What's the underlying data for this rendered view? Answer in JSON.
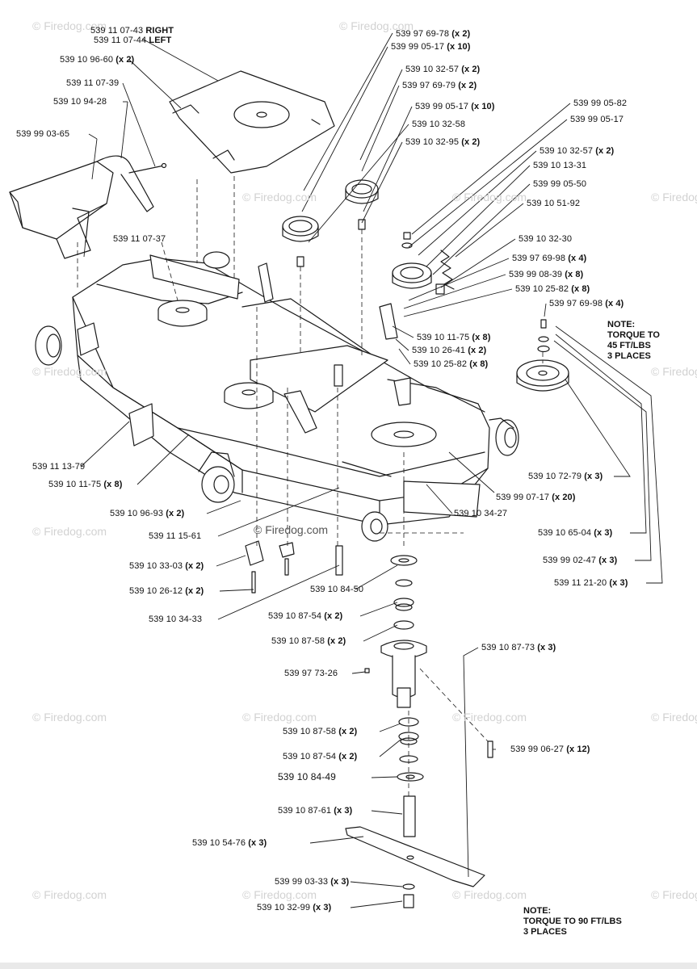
{
  "watermark": "© Firedog.com",
  "center_watermark": "© Firedog.com",
  "colors": {
    "line": "#1a1a1a",
    "watermark": "#d2d2d2",
    "fill": "#ffffff"
  },
  "labels": [
    {
      "id": "l01",
      "part": "539 11 07-43",
      "qty": "RIGHT"
    },
    {
      "id": "l02",
      "part": "539 11 07-44",
      "qty": "LEFT"
    },
    {
      "id": "l03",
      "part": "539 10 96-60",
      "qty": "(x 2)"
    },
    {
      "id": "l04",
      "part": "539 11 07-39",
      "qty": ""
    },
    {
      "id": "l05",
      "part": "539 10 94-28",
      "qty": ""
    },
    {
      "id": "l06",
      "part": "539 99 03-65",
      "qty": ""
    },
    {
      "id": "l07",
      "part": "539 11 07-37",
      "qty": ""
    },
    {
      "id": "l08",
      "part": "539 97 69-78",
      "qty": "(x 2)"
    },
    {
      "id": "l09",
      "part": "539 99 05-17",
      "qty": "(x 10)"
    },
    {
      "id": "l10",
      "part": "539 10 32-57",
      "qty": "(x 2)"
    },
    {
      "id": "l11",
      "part": "539 97 69-79",
      "qty": "(x 2)"
    },
    {
      "id": "l12",
      "part": "539 99 05-17",
      "qty": "(x 10)"
    },
    {
      "id": "l13",
      "part": "539 10 32-58",
      "qty": ""
    },
    {
      "id": "l14",
      "part": "539 10 32-95",
      "qty": "(x 2)"
    },
    {
      "id": "l15",
      "part": "539 99 05-82",
      "qty": ""
    },
    {
      "id": "l16",
      "part": "539 99 05-17",
      "qty": ""
    },
    {
      "id": "l17",
      "part": "539 10 32-57",
      "qty": "(x 2)"
    },
    {
      "id": "l18",
      "part": "539 10 13-31",
      "qty": ""
    },
    {
      "id": "l19",
      "part": "539 99 05-50",
      "qty": ""
    },
    {
      "id": "l20",
      "part": "539 10 51-92",
      "qty": ""
    },
    {
      "id": "l21",
      "part": "539 10 32-30",
      "qty": ""
    },
    {
      "id": "l22",
      "part": "539 97 69-98",
      "qty": "(x 4)"
    },
    {
      "id": "l23",
      "part": "539 99 08-39",
      "qty": "(x 8)"
    },
    {
      "id": "l24",
      "part": "539 10 25-82",
      "qty": "(x 8)"
    },
    {
      "id": "l25",
      "part": "539 97 69-98",
      "qty": "(x 4)"
    },
    {
      "id": "l26",
      "part": "539 10 11-75",
      "qty": "(x 8)"
    },
    {
      "id": "l27",
      "part": "539 10 26-41",
      "qty": "(x 2)"
    },
    {
      "id": "l28",
      "part": "539 10 25-82",
      "qty": "(x 8)"
    },
    {
      "id": "l29",
      "part": "539 11 13-79",
      "qty": ""
    },
    {
      "id": "l30",
      "part": "539 10 11-75",
      "qty": "(x 8)"
    },
    {
      "id": "l31",
      "part": "539 10 72-79",
      "qty": "(x 3)"
    },
    {
      "id": "l32",
      "part": "539 99 07-17",
      "qty": "(x 20)"
    },
    {
      "id": "l33",
      "part": "539 10 34-27",
      "qty": ""
    },
    {
      "id": "l34",
      "part": "539 10 96-93",
      "qty": "(x 2)"
    },
    {
      "id": "l35",
      "part": "539 11 15-61",
      "qty": ""
    },
    {
      "id": "l36",
      "part": "539 10 65-04",
      "qty": "(x 3)"
    },
    {
      "id": "l37",
      "part": "539 99 02-47",
      "qty": "(x 3)"
    },
    {
      "id": "l38",
      "part": "539 11 21-20",
      "qty": "(x 3)"
    },
    {
      "id": "l39",
      "part": "539 10 33-03",
      "qty": "(x 2)"
    },
    {
      "id": "l40",
      "part": "539 10 26-12",
      "qty": "(x 2)"
    },
    {
      "id": "l41",
      "part": "539 10 84-50",
      "qty": ""
    },
    {
      "id": "l42",
      "part": "539 10 34-33",
      "qty": ""
    },
    {
      "id": "l43",
      "part": "539 10 87-54",
      "qty": "(x 2)"
    },
    {
      "id": "l44",
      "part": "539 10 87-58",
      "qty": "(x 2)"
    },
    {
      "id": "l45",
      "part": "539 10 87-73",
      "qty": "(x 3)"
    },
    {
      "id": "l46",
      "part": "539 97 73-26",
      "qty": ""
    },
    {
      "id": "l47",
      "part": "539 99 06-27",
      "qty": "(x 12)"
    },
    {
      "id": "l48",
      "part": "539 10 87-58",
      "qty": "(x 2)"
    },
    {
      "id": "l49",
      "part": "539 10 87-54",
      "qty": "(x 2)"
    },
    {
      "id": "l50",
      "part": "539 10 84-49",
      "qty": ""
    },
    {
      "id": "l51",
      "part": "539 10 87-61",
      "qty": "(x 3)"
    },
    {
      "id": "l52",
      "part": "539 10 54-76",
      "qty": "(x 3)"
    },
    {
      "id": "l53",
      "part": "539 99 03-33",
      "qty": "(x 3)"
    },
    {
      "id": "l54",
      "part": "539 10 32-99",
      "qty": "(x 3)"
    }
  ],
  "notes": [
    {
      "id": "n1",
      "lines": [
        "NOTE:",
        "TORQUE TO",
        "45 FT/LBS",
        "3 PLACES"
      ]
    },
    {
      "id": "n2",
      "lines": [
        "NOTE:",
        "TORQUE TO 90 FT/LBS",
        "3 PLACES"
      ]
    }
  ]
}
